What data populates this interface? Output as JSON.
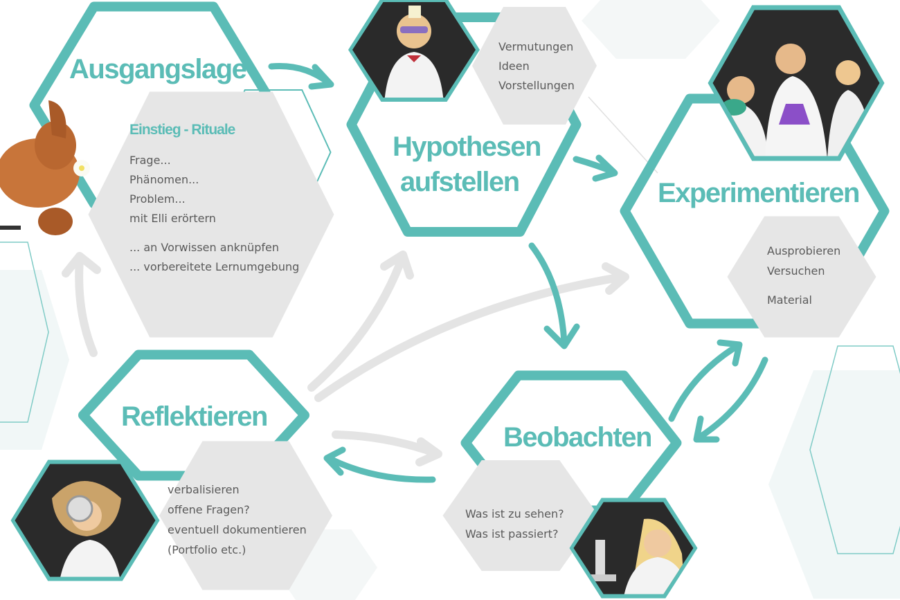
{
  "colors": {
    "accent": "#5bbcb6",
    "grey_panel": "#e6e6e6",
    "faint": "#eef6f6",
    "text": "#5a5a5a",
    "arrow_grey": "#e4e4e4"
  },
  "steps": {
    "ausgangslage": {
      "title": "Ausgangslage",
      "subtitle": "Einstieg - Rituale",
      "items": [
        "Frage...",
        "Phänomen...",
        "Problem...",
        "mit Elli erörtern",
        "... an Vorwissen anknüpfen",
        "... vorbereitete Lernumgebung"
      ]
    },
    "hypothesen": {
      "title_line1": "Hypothesen",
      "title_line2": "aufstellen",
      "items": [
        "Vermutungen",
        "Ideen",
        "Vorstellungen"
      ]
    },
    "experimentieren": {
      "title": "Experimentieren",
      "items": [
        "Ausprobieren",
        "Versuchen",
        "Material"
      ]
    },
    "beobachten": {
      "title": "Beobachten",
      "items": [
        "Was ist zu sehen?",
        "Was ist passiert?"
      ]
    },
    "reflektieren": {
      "title": "Reflektieren",
      "items": [
        "verbalisieren",
        "offene Fragen?",
        "eventuell dokumentieren",
        "(Portfolio etc.)"
      ]
    }
  }
}
